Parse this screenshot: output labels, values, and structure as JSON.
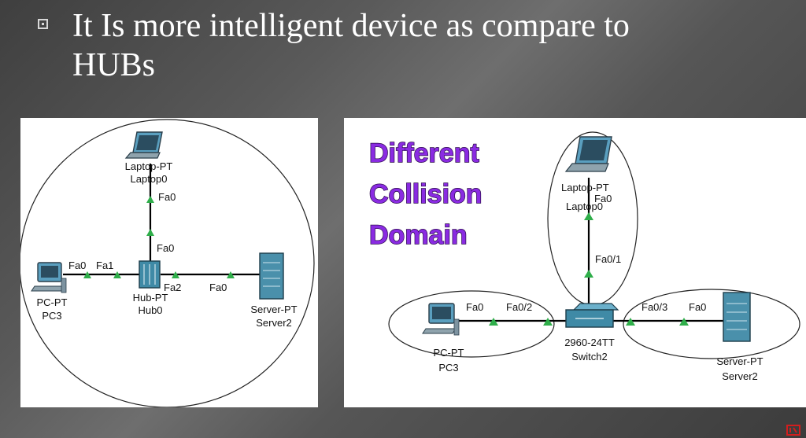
{
  "slide": {
    "bullet_text": "It Is more intelligent device as compare to HUBs"
  },
  "left_diagram": {
    "laptop": {
      "type": "Laptop-PT",
      "name": "Laptop0",
      "port": "Fa0"
    },
    "hub": {
      "type": "Hub-PT",
      "name": "Hub0",
      "port_top": "Fa0",
      "port_left": "Fa1",
      "port_right": "Fa2"
    },
    "pc": {
      "type": "PC-PT",
      "name": "PC3",
      "port": "Fa0"
    },
    "server": {
      "type": "Server-PT",
      "name": "Server2",
      "port": "Fa0"
    }
  },
  "right_diagram": {
    "heading_lines": [
      "Different",
      "Collision",
      "Domain"
    ],
    "laptop": {
      "type": "Laptop-PT",
      "name": "Laptop0",
      "port": "Fa0"
    },
    "switch": {
      "type": "2960-24TT",
      "name": "Switch2",
      "port_top": "Fa0/1",
      "port_left": "Fa0/2",
      "port_right": "Fa0/3"
    },
    "pc": {
      "type": "PC-PT",
      "name": "PC3",
      "port": "Fa0"
    },
    "server": {
      "type": "Server-PT",
      "name": "Server2",
      "port": "Fa0"
    }
  },
  "colors": {
    "link_up": "#2fae4a",
    "heading": "#8a2be2",
    "device": "#3f8aa6"
  },
  "icons": [
    "bullet-icon",
    "laptop-icon",
    "hub-icon",
    "pc-icon",
    "server-icon",
    "switch-icon",
    "channel-logo-icon"
  ]
}
